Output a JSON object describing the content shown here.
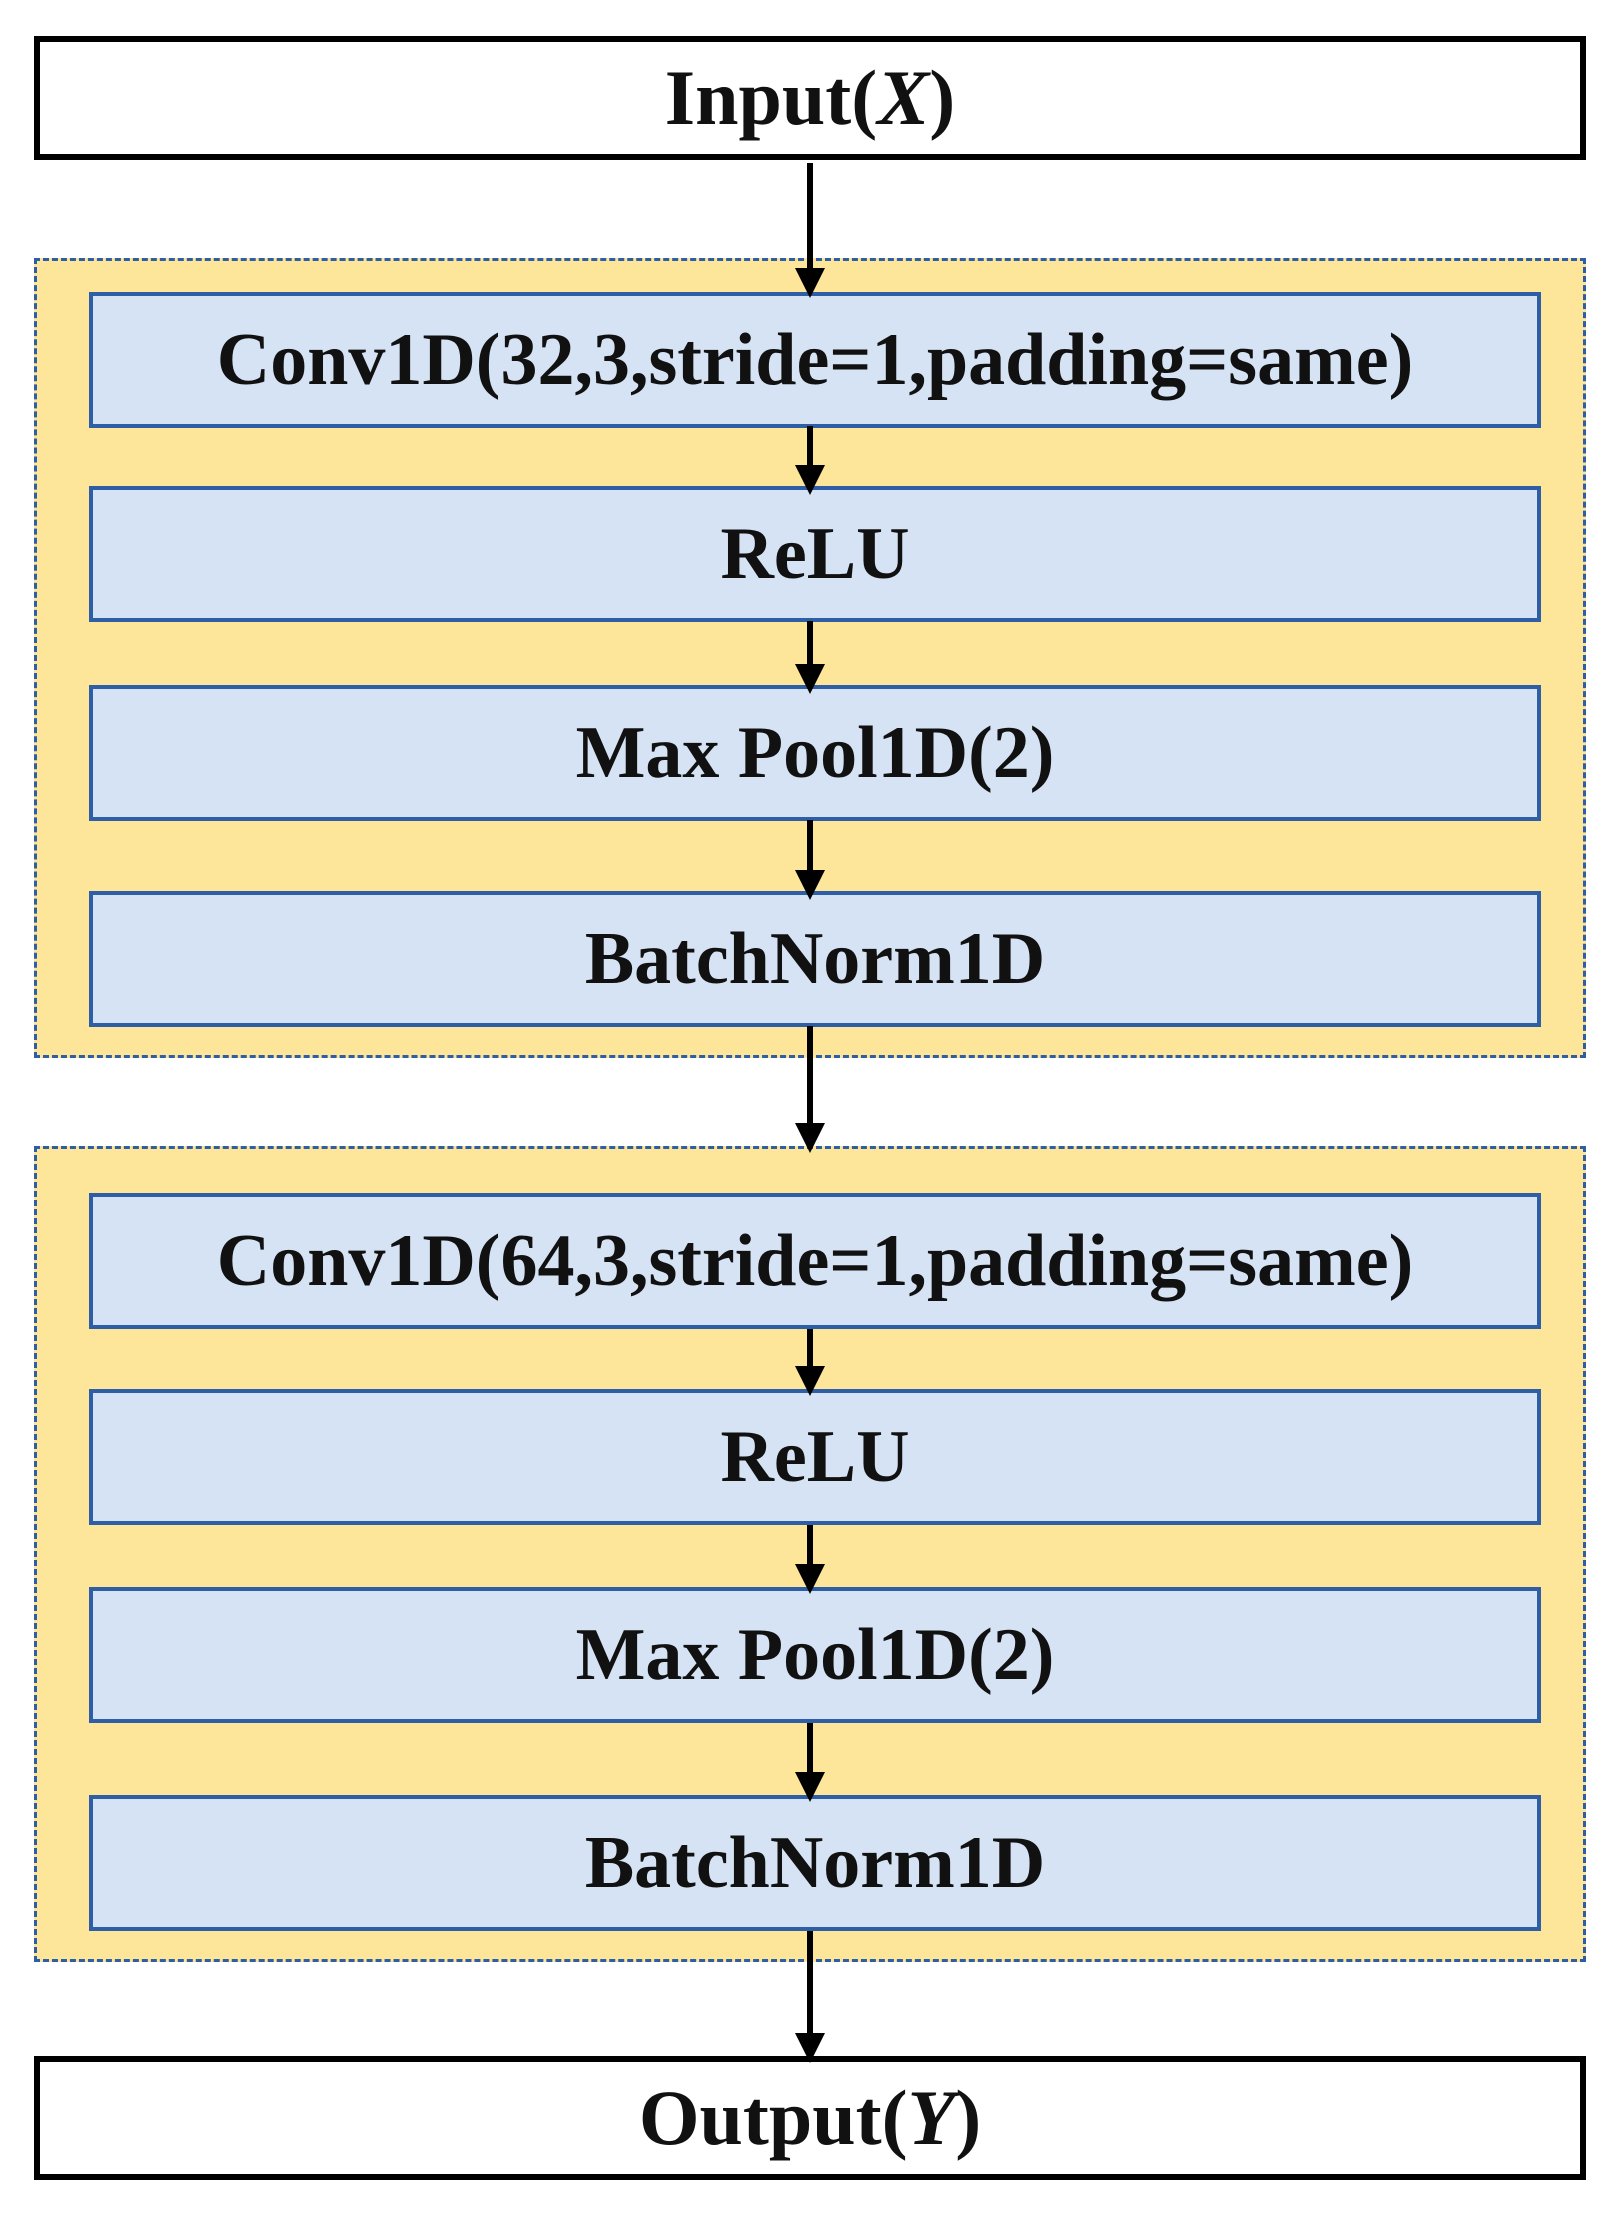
{
  "colors": {
    "block_fill": "#fde599",
    "block_border": "#2e5fa6",
    "layer_fill": "#d6e3f4",
    "layer_border": "#2e5fa6",
    "io_border": "#000000",
    "arrow": "#000000"
  },
  "input": {
    "prefix": "Input(",
    "var": "X",
    "suffix": ")"
  },
  "blocks": [
    {
      "layers": [
        "Conv1D(32,3,stride=1,padding=same)",
        "ReLU",
        "Max Pool1D(2)",
        "BatchNorm1D"
      ]
    },
    {
      "layers": [
        "Conv1D(64,3,stride=1,padding=same)",
        "ReLU",
        "Max Pool1D(2)",
        "BatchNorm1D"
      ]
    }
  ],
  "output": {
    "prefix": "Output(",
    "var": "Y",
    "suffix": ")"
  }
}
